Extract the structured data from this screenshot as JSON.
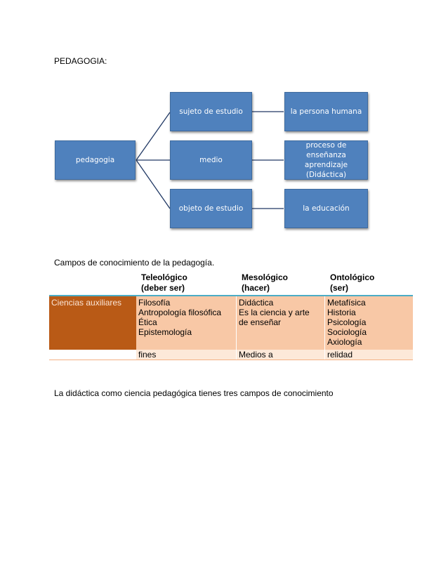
{
  "document": {
    "heading": "PEDAGOGIA:",
    "table_caption": "Campos de conocimiento de la pedagogía.",
    "closing_text": "La didáctica como ciencia pedagógica tienes tres campos de conocimiento"
  },
  "diagram": {
    "root": "pedagogia",
    "middle": [
      "sujeto de estudio",
      "medio",
      "objeto de estudio"
    ],
    "right": [
      "la persona humana",
      "proceso de enseñanza\naprendizaje\n(Didáctica)",
      "la educación"
    ],
    "colors": {
      "box_fill": "#4f81bd",
      "connector": "#203864"
    }
  },
  "table": {
    "headers": [
      "Teleológico\n(deber ser)",
      "Mesológico\n(hacer)",
      "Ontológico\n(ser)"
    ],
    "row_header": "Ciencias auxiliares",
    "row_cells": [
      "Filosofía\nAntropología filosófica\nÉtica\nEpistemología",
      "Didáctica\nEs la ciencia y arte\nde enseñar",
      "Metafísica\nHistoria\nPsicología\nSociología\nAxiología"
    ],
    "footer_cells": [
      "fines",
      "Medios a",
      "relidad"
    ],
    "colors": {
      "row_header_fill": "#b95a16",
      "cell_fill": "#f8c8a6",
      "footer_fill": "#fde9d9",
      "header_rule": "#4bacc6"
    }
  }
}
